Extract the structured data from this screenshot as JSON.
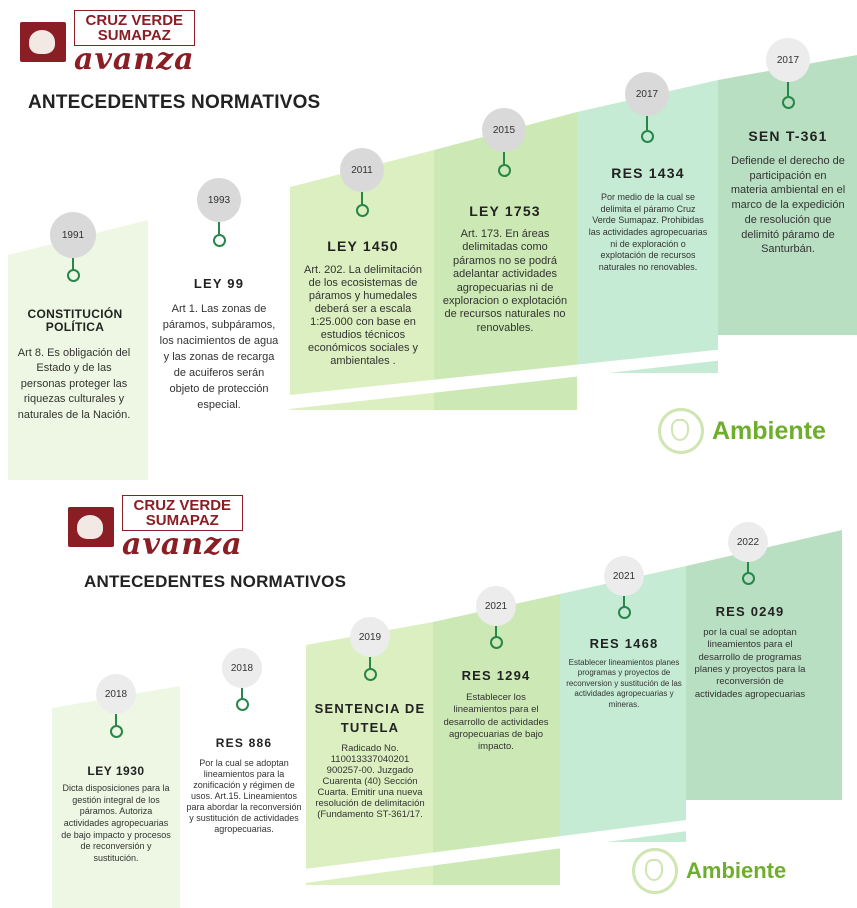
{
  "logo": {
    "line1": "CRUZ VERDE",
    "line2": "SUMAPAZ",
    "word": "avanza"
  },
  "heading": "ANTECEDENTES NORMATIVOS",
  "brand": "Ambiente",
  "colors": {
    "brand_red": "#8b1e24",
    "green_dark": "#27864a",
    "brand_green": "#6fae2d"
  },
  "panel1": [
    {
      "year": "1991",
      "title": "CONSTITUCIÓN POLÍTICA",
      "text": "Art 8. Es obligación del Estado y de las personas proteger las riquezas culturales y naturales de la Nación."
    },
    {
      "year": "1993",
      "title": "LEY 99",
      "text": "Art 1. Las zonas de páramos, subpáramos, los nacimientos de agua y las zonas de recarga de acuiferos serán objeto de protección especial."
    },
    {
      "year": "2011",
      "title": "LEY 1450",
      "text": "Art. 202. La delimitación de los ecosistemas de páramos y humedales deberá ser a escala 1:25.000 con base en estudios técnicos económicos sociales y ambientales ."
    },
    {
      "year": "2015",
      "title": "LEY 1753",
      "text": "Art. 173. En áreas delimitadas como páramos no se podrá adelantar actividades agropecuarias ni de exploracion o explotación de recursos naturales no renovables."
    },
    {
      "year": "2017",
      "title": "RES 1434",
      "text": "Por medio de la cual se delimita el páramo Cruz Verde Sumapaz. Prohibidas las actividades agropecuarias ni de exploración o explotación de recursos naturales no renovables."
    },
    {
      "year": "2017",
      "title": "SEN T-361",
      "text": "Defiende el derecho de participación en materia ambiental en el marco de la expedición de resolución que delimitó páramo de Santurbán."
    }
  ],
  "panel2": [
    {
      "year": "2018",
      "title": "LEY 1930",
      "text": "Dicta disposiciones para la gestión integral de los páramos. Autoriza actividades agropecuarias de bajo impacto y procesos de reconversión y sustitución."
    },
    {
      "year": "2018",
      "title": "RES 886",
      "text": "Por la cual se adoptan lineamientos para la zonificación y régimen de usos. Art.15. Lineamientos para abordar la reconversión y sustitución de actividades agropecuarias."
    },
    {
      "year": "2019",
      "title": "SENTENCIA DE TUTELA",
      "text": "Radicado No. 110013337040201 900257-00. Juzgado Cuarenta (40) Sección Cuarta. Emitir una nueva resolución de delimitación (Fundamento ST-361/17."
    },
    {
      "year": "2021",
      "title": "RES 1294",
      "text": "Establecer los lineamientos para el desarrollo de actividades agropecuarias de bajo impacto."
    },
    {
      "year": "2021",
      "title": "RES 1468",
      "text": "Establecer lineamientos planes programas y proyectos de reconversion y sustitución de las actividades agropecuarias y mineras."
    },
    {
      "year": "2022",
      "title": "RES 0249",
      "text": "por la cual se adoptan lineamientos para el desarrollo de programas planes y proyectos para la reconversión de actividades agropecuarias"
    }
  ]
}
